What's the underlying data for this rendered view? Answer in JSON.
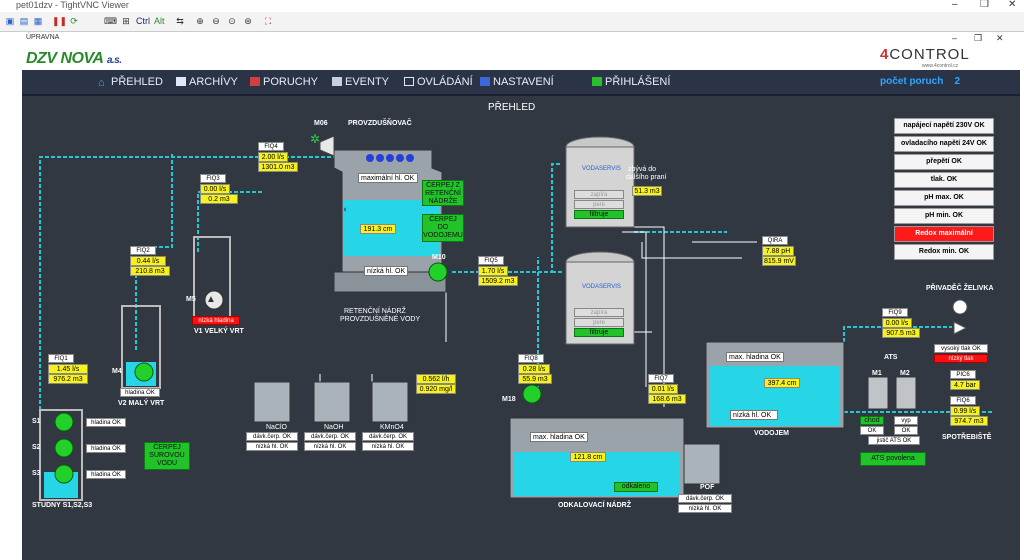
{
  "window": {
    "title": "pet01dzv - TightVNC Viewer"
  },
  "toolbar": {
    "ctrl": "Ctrl",
    "alt": "Alt"
  },
  "header": {
    "upravna": "ÚPRAVNA",
    "logo_main": "DZV NOVA",
    "logo_sub": "a.s.",
    "brand": "CONTROL",
    "brand_digit": "4",
    "brand_url": "www.4control.cz"
  },
  "nav": {
    "items": [
      "PŘEHLED",
      "ARCHÍVY",
      "PORUCHY",
      "EVENTY",
      "OVLÁDÁNÍ",
      "NASTAVENÍ",
      "PŘIHLÁŠENÍ"
    ],
    "poruch_label": "počet poruch",
    "poruch_count": "2"
  },
  "page_title": "PŘEHLED",
  "status_panel": [
    "napájecí napětí 230V OK",
    "ovladacího napětí 24V OK",
    "přepětí OK",
    "tlak. OK",
    "pH max. OK",
    "pH min. OK",
    "Redox maximální",
    "Redox min. OK"
  ],
  "labels": {
    "m06": "M06",
    "provzdusnovac": "PROVZDUŠŇOVAČ",
    "retencni": "RETENČNÍ NÁDRŽ",
    "retencni2": "PROVZDUŠNĚNÉ VODY",
    "m10": "M10",
    "m5": "M5",
    "v1": "V1 VELKÝ VRT",
    "m4": "M4",
    "v2": "V2 MALÝ VRT",
    "studny": "STUDNY S1,S2,S3",
    "s1": "S1",
    "s2": "S2",
    "s3": "S3",
    "naclo": "NaClO",
    "naoh": "NaOH",
    "kmno4": "KMnO4",
    "m18": "M18",
    "odkal": "ODKALOVACÍ NÁDRŽ",
    "pof": "POF",
    "vodojem": "VODOJEM",
    "ats": "ATS",
    "m1": "M1",
    "m2": "M2",
    "privadec": "PŘIVADĚČ ŽELIVKA",
    "spotrebiste": "SPOTŘEBIŠTĚ",
    "zbyva1": "zbývá do",
    "zbyva2": "dalšího praní",
    "vodaservis": "VODASERVIS"
  },
  "fiq": {
    "fiq1": {
      "name": "FIQ1",
      "flow": "1.45 l/s",
      "total": "976.2 m3"
    },
    "fiq2": {
      "name": "FIQ2",
      "flow": "0.44 l/s",
      "total": "210.8 m3"
    },
    "fiq3": {
      "name": "FIQ3",
      "flow": "0.00 l/s",
      "total": "0.2 m3"
    },
    "fiq4": {
      "name": "FIQ4",
      "flow": "2.00 l/s",
      "total": "1301.0 m3"
    },
    "fiq5": {
      "name": "FIQ5",
      "flow": "1.70 l/s",
      "total": "1509.2 m3"
    },
    "fiq7": {
      "name": "FIQ7",
      "flow": "0.01 l/s",
      "total": "168.6 m3"
    },
    "fiq8": {
      "name": "FIQ8",
      "flow": "0.28 l/s",
      "total": "55.9 m3"
    },
    "fiq9": {
      "name": "FIQ9",
      "flow": "0.00 l/s",
      "total": "907.5 m3"
    },
    "fiq6": {
      "name": "FIQ6",
      "flow": "0.99 l/s",
      "total": "974.7 m3"
    }
  },
  "qira": {
    "name": "QIRA",
    "ph": "7.88 pH",
    "mv": "815.9 mV"
  },
  "pic6": {
    "name": "PIC6",
    "value": "4.7 bar"
  },
  "kmno4_vals": {
    "flow": "0.562 l/h",
    "conc": "0.920 mg/l"
  },
  "filters": {
    "zbyva": "51.3 m3",
    "zapira": "zapíra",
    "pere": "pere",
    "filtruje": "filtruje"
  },
  "tanks": {
    "retencni_level": "191.3 cm",
    "retencni_max": "maximální hl. OK",
    "retencni_min": "nízká hl. OK",
    "odkal_max": "max. hladina OK",
    "odkal_level": "121.8 cm",
    "odkal_state": "odkaleno",
    "vodojem_max": "max. hladina OK",
    "vodojem_level": "397.4 cm",
    "vodojem_min": "nízká hl. OK"
  },
  "green_buttons": {
    "cerpej_ret": "ČERPEJ Z RETENČNÍ NÁDRŽE",
    "cerpej_vod": "ČERPEJ DO VODOJEMU",
    "cerpej_sur": "ČERPEJ SUROVOU VODU",
    "ats_povolena": "ATS povolena"
  },
  "wells": {
    "v1_alarm": "nízká hladina",
    "v2_ok": "hladina OK",
    "s1": "hladina OK",
    "s2": "hladina OK",
    "s3": "hladina OK"
  },
  "dosing": {
    "davk": "dávk.čerp. OK",
    "nizka": "nízká hl. OK"
  },
  "ats_states": {
    "chod": "chod",
    "vyp": "vyp",
    "ok1": "OK",
    "ok2": "OK",
    "jistic": "jistič ATS OK"
  },
  "pressure": {
    "high": "vysoký tlak OK",
    "low": "nízký tlak"
  },
  "colors": {
    "water": "#27d6e6",
    "pipe": "#22c7d6",
    "alarm": "#ff1a1a",
    "ok_green": "#22c22a",
    "value_yellow": "#f7f21a",
    "background": "#323842"
  }
}
